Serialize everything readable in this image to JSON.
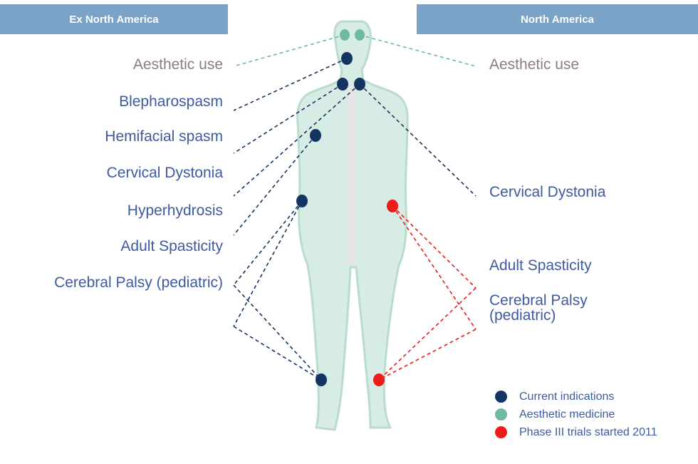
{
  "headers": {
    "left": "Ex North America",
    "right": "North America"
  },
  "left_labels": {
    "aesthetic": "Aesthetic use",
    "blepharospasm": "Blepharospasm",
    "hemifacial": "Hemifacial spasm",
    "cervical": "Cervical Dystonia",
    "hyperhydrosis": "Hyperhydrosis",
    "adult_spasticity": "Adult Spasticity",
    "cerebral_palsy": "Cerebral Palsy (pediatric)"
  },
  "right_labels": {
    "aesthetic": "Aesthetic use",
    "cervical": "Cervical Dystonia",
    "adult_spasticity": "Adult Spasticity",
    "cerebral_palsy_line1": "Cerebral Palsy",
    "cerebral_palsy_line2": "(pediatric)"
  },
  "legend": [
    {
      "label": "Current indications",
      "color": "#143461"
    },
    {
      "label": "Aesthetic medicine",
      "color": "#6fb8a3"
    },
    {
      "label": "Phase III trials started 2011",
      "color": "#ee1b1b"
    }
  ],
  "colors": {
    "current": "#143461",
    "aesthetic": "#6fb8a3",
    "phase3": "#ee1b1b",
    "body_fill": "#d6ece4",
    "body_stroke": "#b9dccd"
  }
}
